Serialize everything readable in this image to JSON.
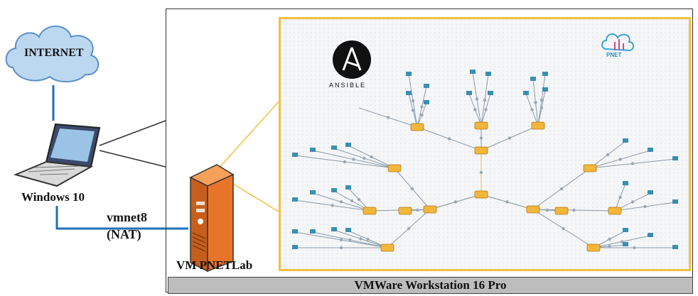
{
  "labels": {
    "internet": "INTERNET",
    "windows": "Windows 10",
    "vmnet": "vmnet8",
    "nat": "(NAT)",
    "pnetlab": "VM PNETLab",
    "workstation": "VMWare Workstation 16 Pro",
    "ansible": "ANSIBLE",
    "pnet_logo": "PNET"
  },
  "colors": {
    "link": "#1f6fb5",
    "frame": "#333333",
    "lab_border": "#f0c040",
    "switch": "#f2b63a",
    "pc": "#3a8fb0",
    "server": "#e8742a",
    "cloud": "#bcd8f0"
  }
}
